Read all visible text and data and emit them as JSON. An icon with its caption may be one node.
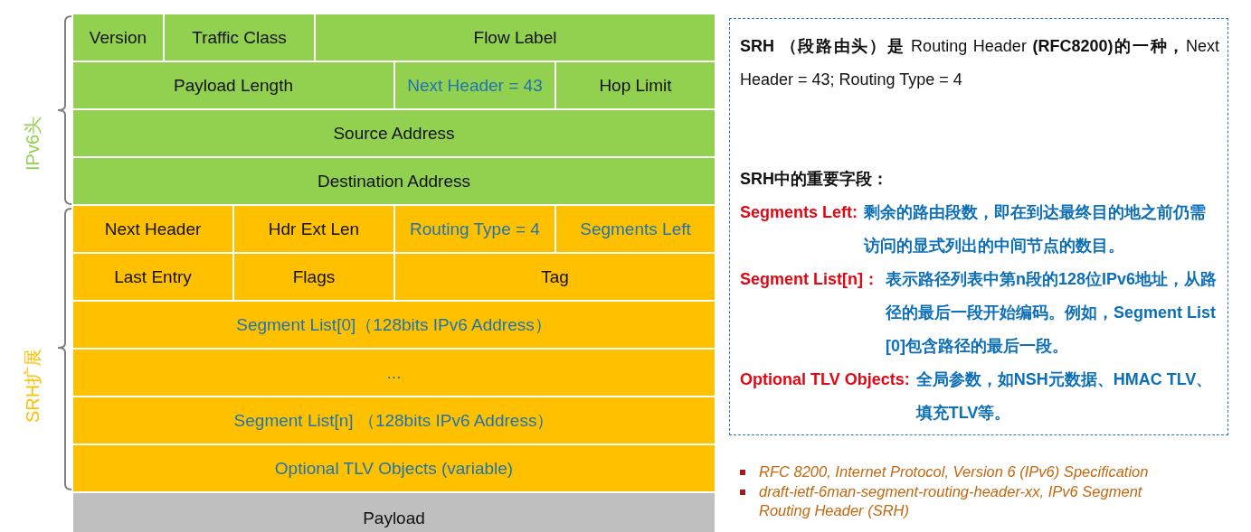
{
  "diagram": {
    "nodes": [
      {
        "text": [
          "Version"
        ]
      },
      {
        "text": [
          "Traffic Class"
        ]
      },
      {
        "text": [
          "Flow Label"
        ]
      },
      {
        "text": [
          "Payload Length"
        ]
      },
      {
        "text": [
          "Next Header = 43"
        ]
      },
      {
        "text": [
          "Hop Limit"
        ]
      },
      {
        "text": [
          "Source Address"
        ]
      },
      {
        "text": [
          "Destination Address"
        ]
      },
      {
        "text": [
          "Next Header"
        ]
      },
      {
        "text": [
          "Hdr Ext Len"
        ]
      },
      {
        "text": [
          "Routing Type = 4"
        ]
      },
      {
        "text": [
          "Segments Left"
        ]
      },
      {
        "text": [
          "Last Entry"
        ]
      },
      {
        "text": [
          "Flags"
        ]
      },
      {
        "text": [
          "Tag"
        ]
      },
      {
        "text": [
          "Segment List[0]（128bits IPv6 Address）"
        ]
      },
      {
        "text": [
          "..."
        ]
      },
      {
        "text": [
          "Segment List[n] （128bits IPv6 Address）"
        ]
      },
      {
        "text": [
          "Optional TLV Objects (variable)"
        ]
      },
      {
        "text": [
          "Payload"
        ]
      },
      {
        "text": [
          "**SRH （段路由头）是** Routing Header **(RFC8200)的一种，**Next Header = 43; Routing Type = 4",
          "SRH中的重要字段：",
          "Segments Left:",
          "剩余的路由段数，即在到达最终目的地之前仍需访问的显式列出的中间节点的数目。",
          "Segment List[n]：",
          "表示路径列表中第n段的128位IPv6地址，从路径的最后一段开始编码。例如，Segment List [0]包含路径的最后一段。",
          "Optional TLV Objects:",
          "全局参数，如NSH元数据、HMAC TLV、填充TLV等。"
        ]
      }
    ],
    "labels": [
      "IPv6头",
      "SRH扩展",
      "RFC 8200, Internet Protocol, Version 6 (IPv6) Specification",
      "draft-ietf-6man-segment-routing-header-xx, IPv6 Segment Routing Header (SRH)"
    ]
  }
}
